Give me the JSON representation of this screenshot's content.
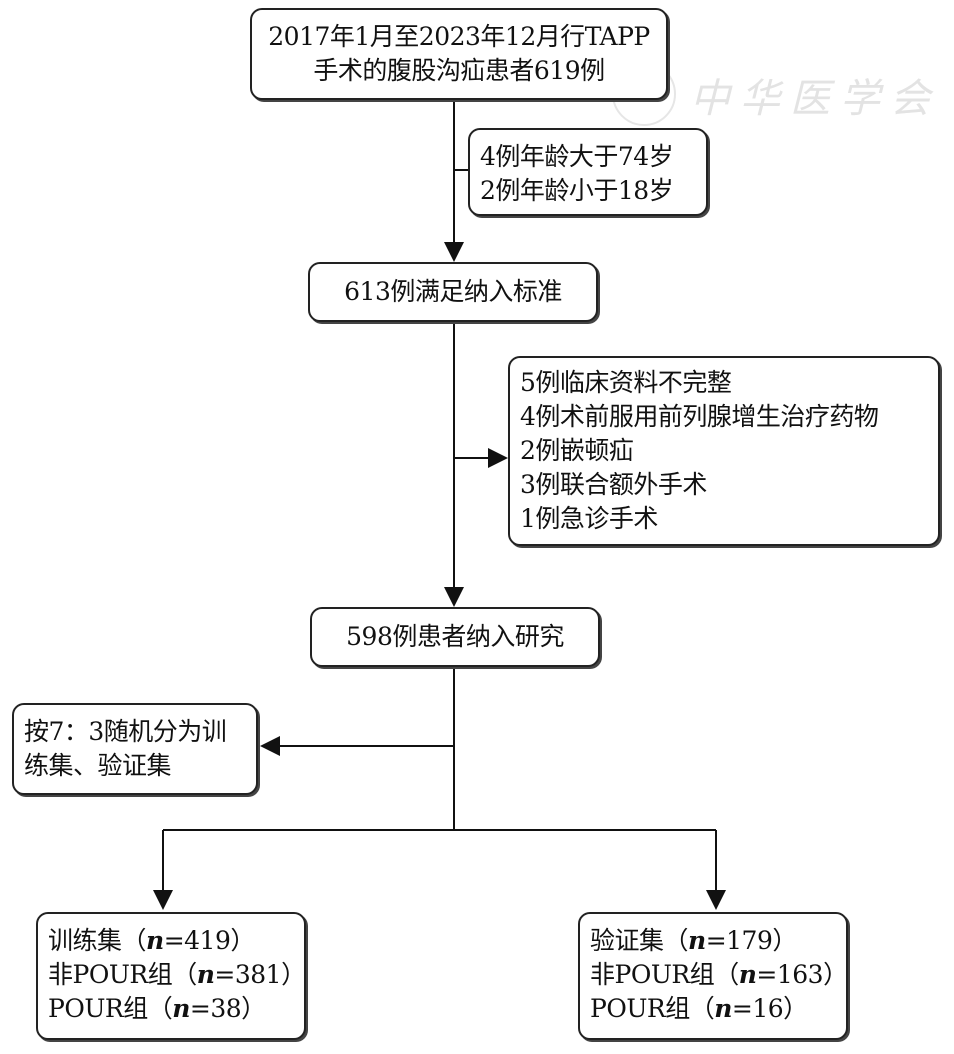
{
  "watermark": "中华医学会",
  "boxes": {
    "start": [
      "2017年1月至2023年12月行TAPP",
      "手术的腹股沟疝患者619例"
    ],
    "exclude1": [
      "4例年龄大于74岁",
      "2例年龄小于18岁"
    ],
    "eligible": [
      "613例满足纳入标准"
    ],
    "exclude2": [
      "5例临床资料不完整",
      "4例术前服用前列腺增生治疗药物",
      "2例嵌顿疝",
      "3例联合额外手术",
      "1例急诊手术"
    ],
    "included": [
      "598例患者纳入研究"
    ],
    "split": [
      "按7：3随机分为训",
      "练集、验证集"
    ],
    "training": [
      {
        "label": "训练集（",
        "n": "n",
        "value": "=419）"
      },
      {
        "label": "非POUR组（",
        "n": "n",
        "value": "=381）"
      },
      {
        "label": "POUR组（",
        "n": "n",
        "value": "=38）"
      }
    ],
    "validation": [
      {
        "label": "验证集（",
        "n": "n",
        "value": "=179）"
      },
      {
        "label": "非POUR组（",
        "n": "n",
        "value": "=163）"
      },
      {
        "label": "POUR组（",
        "n": "n",
        "value": "=16）"
      }
    ]
  }
}
